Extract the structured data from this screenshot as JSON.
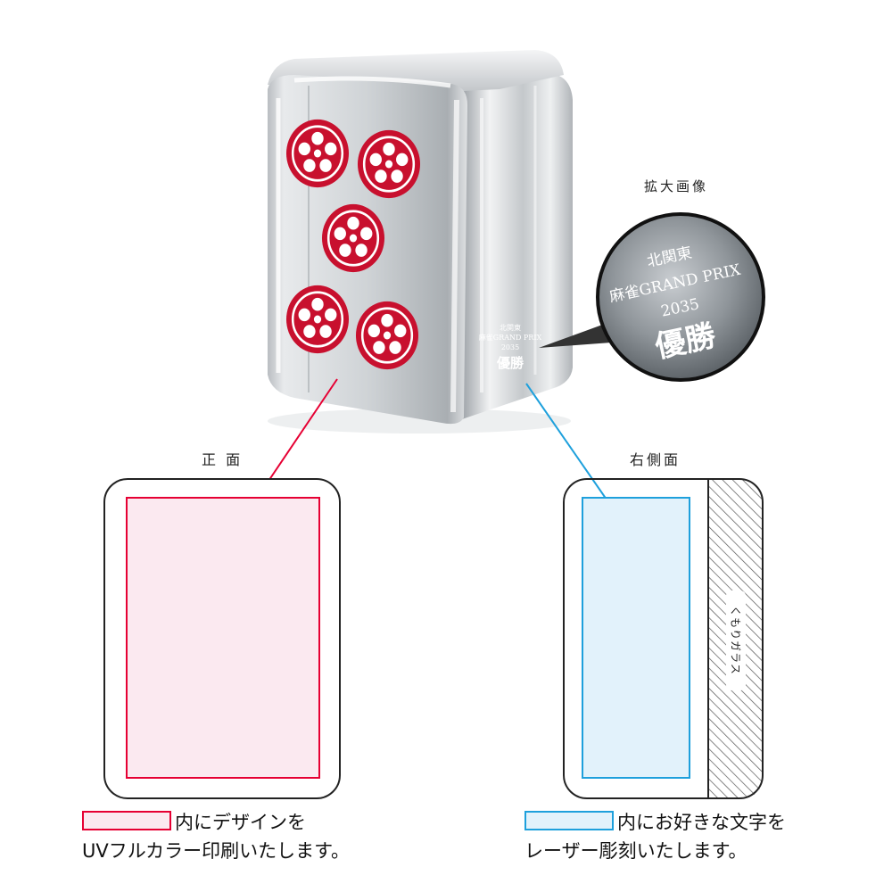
{
  "zoom_label": "拡大画像",
  "engraving": {
    "line1": "北関東",
    "line2": "麻雀GRAND PRIX",
    "line3": "2035",
    "line4": "優勝"
  },
  "front": {
    "label": "正 面",
    "color": "#e60033",
    "fill": "#fbe9f0",
    "legend_line1": "内にデザインを",
    "legend_line2": "UVフルカラー印刷いたします。"
  },
  "side": {
    "label": "右側面",
    "color": "#1ea0dc",
    "fill": "#e2f2fb",
    "frosted_label": "くもりガラス",
    "legend_line1": "内にお好きな文字を",
    "legend_line2": "レーザー彫刻いたします。"
  },
  "tile_icon": "mahjong-5-pin-icon",
  "tile_color": "#c8102e"
}
